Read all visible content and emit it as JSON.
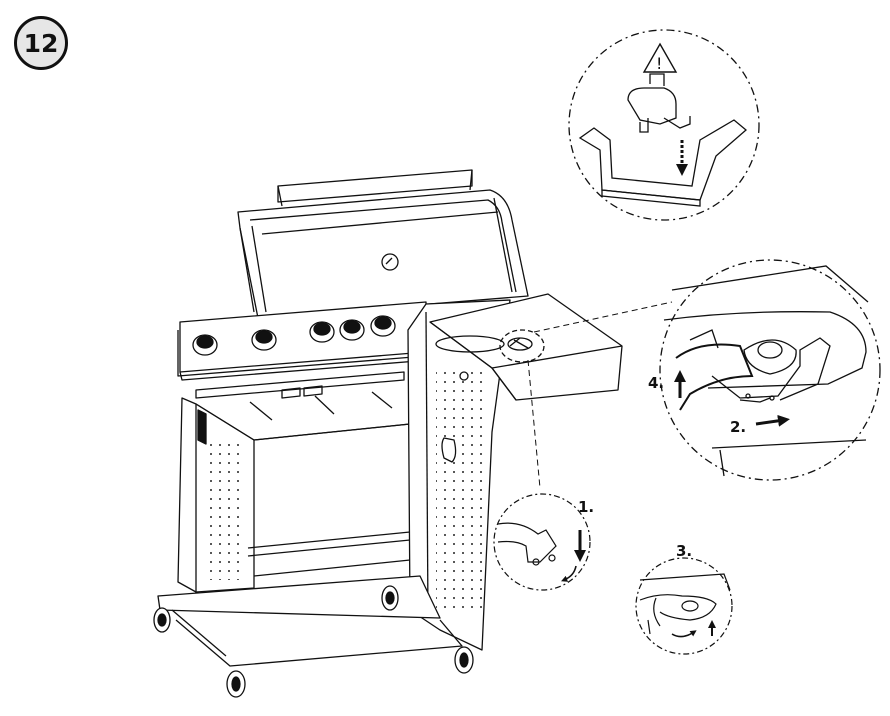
{
  "step": {
    "number": "12"
  },
  "warning": {
    "symbol": "!",
    "icon": "warning-triangle-icon"
  },
  "labels": {
    "step1": "1.",
    "step2": "2.",
    "step3": "3.",
    "step4": "4."
  },
  "icons": {
    "knob": "control-knob-icon",
    "thermometer": "lid-thermometer-icon",
    "wheel": "caster-wheel-icon",
    "arrow": "direction-arrow-icon"
  },
  "colors": {
    "line": "#111111",
    "badge_fill": "#e6e6e6",
    "background": "#ffffff"
  }
}
